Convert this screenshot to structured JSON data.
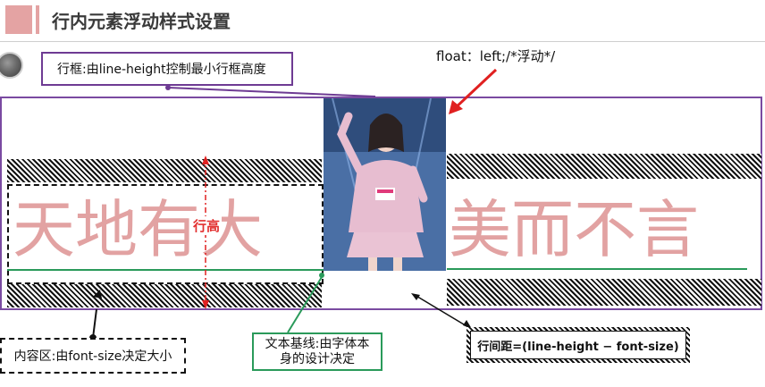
{
  "title": "行内元素浮动样式设置",
  "labels": {
    "line_box": "行框:由line-height控制最小行框高度",
    "float_note": "float：left;/*浮动*/",
    "line_height": "行高",
    "content_area": "内容区:由font-size决定大小",
    "baseline_line1": "文本基线:由字体本",
    "baseline_line2": "身的设计决定",
    "leading": "行间距=(line-height − font-size)"
  },
  "text": {
    "left_chars": [
      "天",
      "地",
      "有",
      "大"
    ],
    "right_chars": [
      "美",
      "而",
      "不",
      "言"
    ]
  },
  "colors": {
    "accent": "#e4a3a3",
    "big_text": "#e2a2a2",
    "line_box_border": "#7a4aa1",
    "baseline": "#2a9a5a",
    "arrow_red": "#e02020",
    "line_height_label": "#e23030"
  },
  "icons": [
    "bullet-circle-icon",
    "red-arrow-icon"
  ]
}
